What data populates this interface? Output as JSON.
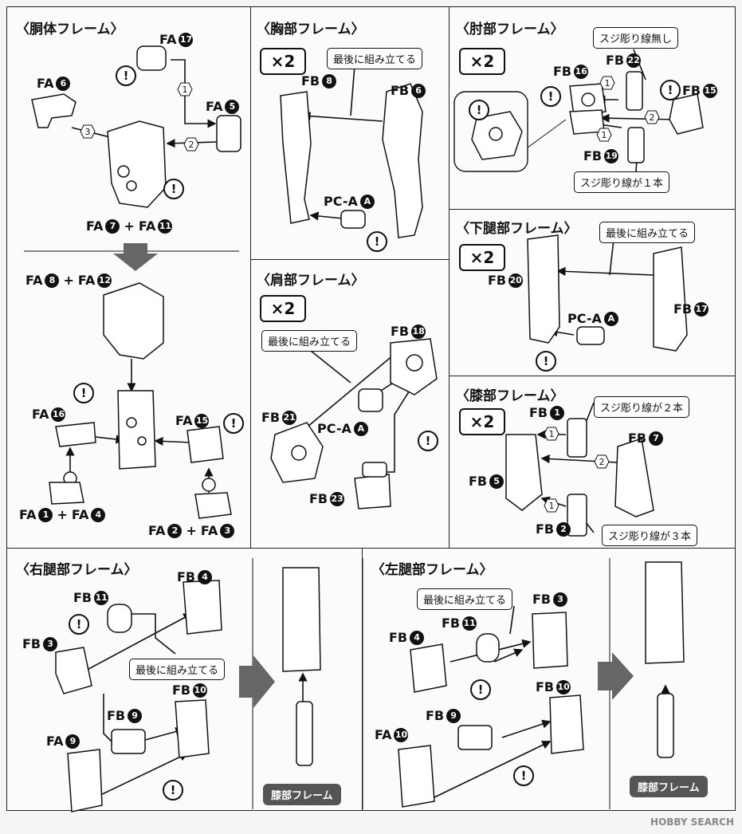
{
  "sections": {
    "torso": {
      "title": "〈胴体フレーム〉",
      "labels": {
        "fa17": {
          "text": "FA",
          "num": "17"
        },
        "fa6": {
          "text": "FA",
          "num": "6"
        },
        "fa5": {
          "text": "FA",
          "num": "5"
        },
        "fa7_11": {
          "text": "FA",
          "num": "7",
          "plus": "+",
          "text2": "FA",
          "num2": "11"
        },
        "fa8_12": {
          "text": "FA",
          "num": "8",
          "plus": "+",
          "text2": "FA",
          "num2": "12"
        },
        "fa16": {
          "text": "FA",
          "num": "16"
        },
        "fa15": {
          "text": "FA",
          "num": "15"
        },
        "fa1_4": {
          "text": "FA",
          "num": "1",
          "plus": "+",
          "text2": "FA",
          "num2": "4"
        },
        "fa2_3": {
          "text": "FA",
          "num": "2",
          "plus": "+",
          "text2": "FA",
          "num2": "3"
        }
      },
      "steps": [
        "1",
        "2",
        "3"
      ]
    },
    "chest": {
      "title": "〈胸部フレーム〉",
      "multiplier": "×2",
      "callout": "最後に組み立てる",
      "labels": {
        "fb8": {
          "text": "FB",
          "num": "8"
        },
        "fb6": {
          "text": "FB",
          "num": "6"
        },
        "pca": {
          "text": "PC-A",
          "num": "A"
        }
      }
    },
    "elbow": {
      "title": "〈肘部フレーム〉",
      "multiplier": "×2",
      "callout_top": "スジ彫り線無し",
      "callout_bottom": "スジ彫り線が１本",
      "labels": {
        "fb22": {
          "text": "FB",
          "num": "22"
        },
        "fb16": {
          "text": "FB",
          "num": "16"
        },
        "fb15": {
          "text": "FB",
          "num": "15"
        },
        "fb19": {
          "text": "FB",
          "num": "19"
        }
      },
      "steps": [
        "1",
        "2",
        "1"
      ]
    },
    "shoulder": {
      "title": "〈肩部フレーム〉",
      "multiplier": "×2",
      "callout": "最後に組み立てる",
      "labels": {
        "fb18": {
          "text": "FB",
          "num": "18"
        },
        "fb21": {
          "text": "FB",
          "num": "21"
        },
        "pca": {
          "text": "PC-A",
          "num": "A"
        },
        "fb23": {
          "text": "FB",
          "num": "23"
        }
      }
    },
    "lowerleg": {
      "title": "〈下腿部フレーム〉",
      "multiplier": "×2",
      "callout": "最後に組み立てる",
      "labels": {
        "fb20": {
          "text": "FB",
          "num": "20"
        },
        "fb17": {
          "text": "FB",
          "num": "17"
        },
        "pca": {
          "text": "PC-A",
          "num": "A"
        }
      }
    },
    "knee": {
      "title": "〈膝部フレーム〉",
      "multiplier": "×2",
      "callout_top": "スジ彫り線が２本",
      "callout_bottom": "スジ彫り線が３本",
      "labels": {
        "fb1": {
          "text": "FB",
          "num": "1"
        },
        "fb7": {
          "text": "FB",
          "num": "7"
        },
        "fb5": {
          "text": "FB",
          "num": "5"
        },
        "fb2": {
          "text": "FB",
          "num": "2"
        }
      },
      "steps": [
        "1",
        "2",
        "1"
      ]
    },
    "rightleg": {
      "title": "〈右腿部フレーム〉",
      "callout": "最後に組み立てる",
      "tag": "膝部フレーム",
      "labels": {
        "fb4": {
          "text": "FB",
          "num": "4"
        },
        "fb11": {
          "text": "FB",
          "num": "11"
        },
        "fb3": {
          "text": "FB",
          "num": "3"
        },
        "fb10": {
          "text": "FB",
          "num": "10"
        },
        "fb9": {
          "text": "FB",
          "num": "9"
        },
        "fa9": {
          "text": "FA",
          "num": "9"
        }
      }
    },
    "leftleg": {
      "title": "〈左腿部フレーム〉",
      "callout": "最後に組み立てる",
      "tag": "膝部フレーム",
      "labels": {
        "fb3": {
          "text": "FB",
          "num": "3"
        },
        "fb11": {
          "text": "FB",
          "num": "11"
        },
        "fb4": {
          "text": "FB",
          "num": "4"
        },
        "fb10": {
          "text": "FB",
          "num": "10"
        },
        "fb9": {
          "text": "FB",
          "num": "9"
        },
        "fa10": {
          "text": "FA",
          "num": "10"
        }
      }
    }
  },
  "warning_symbol": "!",
  "watermark": "HOBBY SEARCH",
  "colors": {
    "line": "#111111",
    "part_fill": "#ffffff",
    "tag_bg": "#555555",
    "arrow": "#666666"
  }
}
